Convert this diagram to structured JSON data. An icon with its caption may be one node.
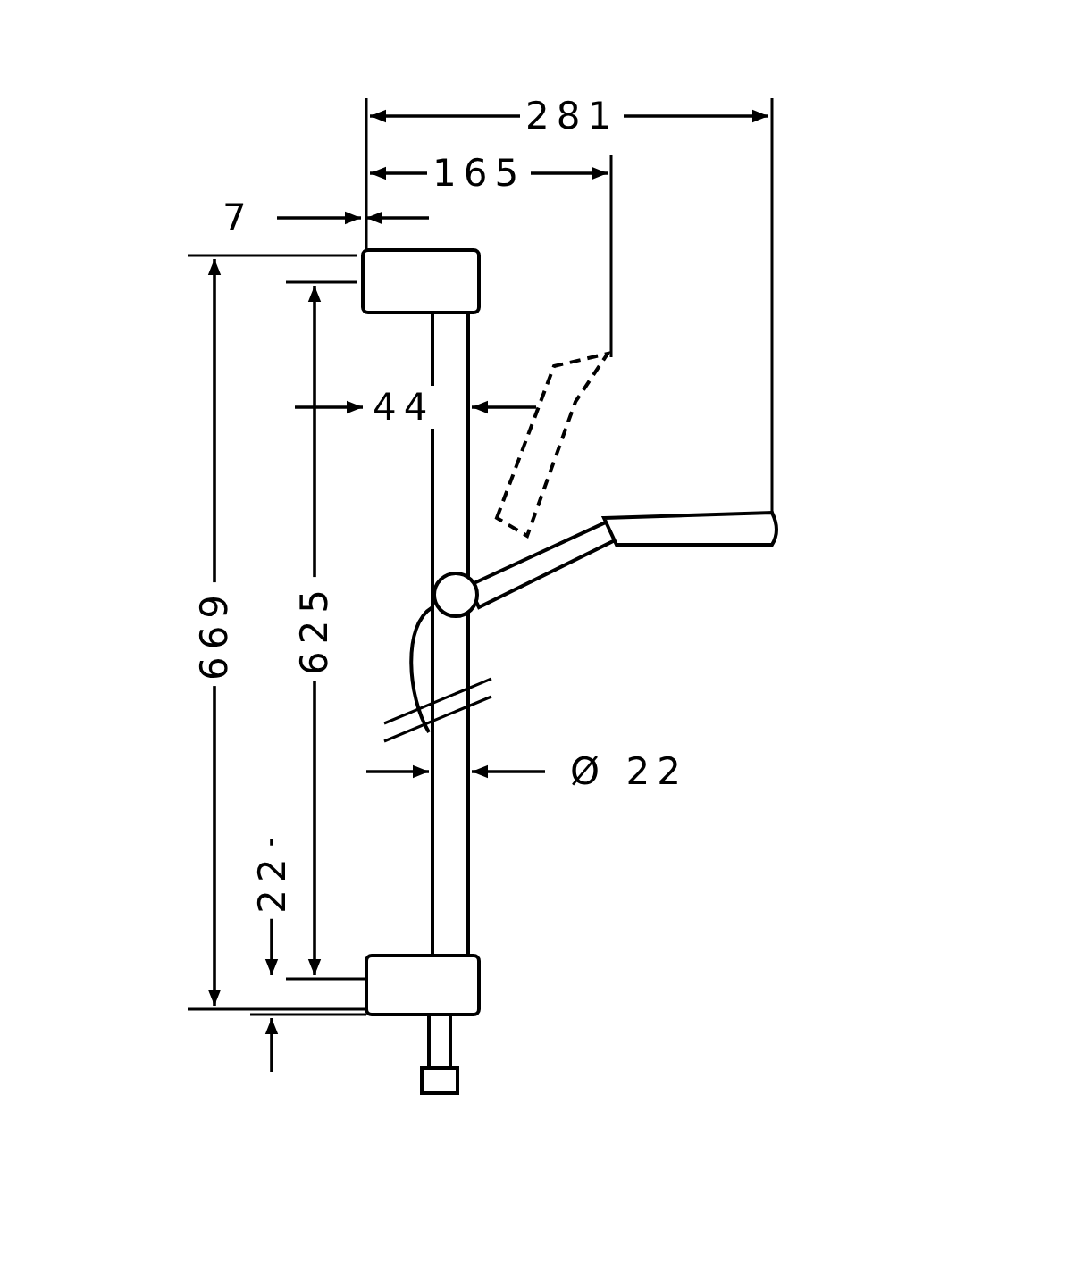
{
  "diagram": {
    "labels": [
      "281",
      "165",
      "7",
      "44",
      "669",
      "625",
      "Ø 22",
      "22"
    ]
  }
}
